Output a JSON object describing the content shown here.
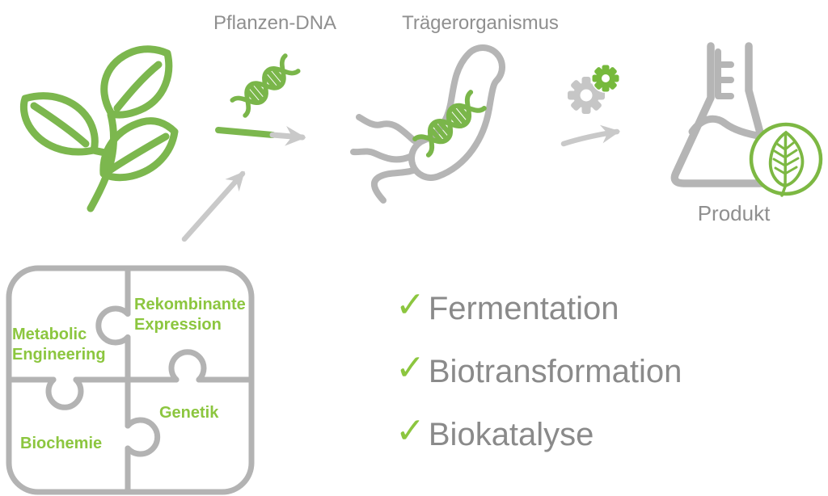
{
  "colors": {
    "icon_green": "#7cb74e",
    "accent_green": "#8cc63f",
    "icon_gray": "#b5b5b5",
    "arrow_gray": "#c9c9c9",
    "puzzle_gray": "#b3b3b3",
    "heading_gray": "#8f8f8f",
    "list_text_gray": "#8a8a8a"
  },
  "flow": {
    "plant_dna_label": "Pflanzen-DNA",
    "carrier_label": "Trägerorganismus",
    "product_label": "Produkt",
    "icons": [
      "plant-icon",
      "dna-helix-icon",
      "gene-insert-arrow-icon",
      "diagonal-arrow-icon",
      "bacterium-icon",
      "bacterium-dna-icon",
      "gear-gray-icon",
      "gear-green-icon",
      "process-arrow-icon",
      "flask-icon",
      "leaf-badge-icon"
    ]
  },
  "puzzle": {
    "pieces": [
      {
        "id": "metabolic-engineering",
        "line1": "Metabolic",
        "line2": "Engineering"
      },
      {
        "id": "rekombinante-expression",
        "line1": "Rekombinante",
        "line2": "Expression"
      },
      {
        "id": "genetik",
        "label": "Genetik"
      },
      {
        "id": "biochemie",
        "label": "Biochemie"
      }
    ]
  },
  "checklist": {
    "check_glyph": "✓",
    "items": [
      {
        "label": "Fermentation"
      },
      {
        "label": "Biotransformation"
      },
      {
        "label": "Biokatalyse"
      }
    ]
  }
}
